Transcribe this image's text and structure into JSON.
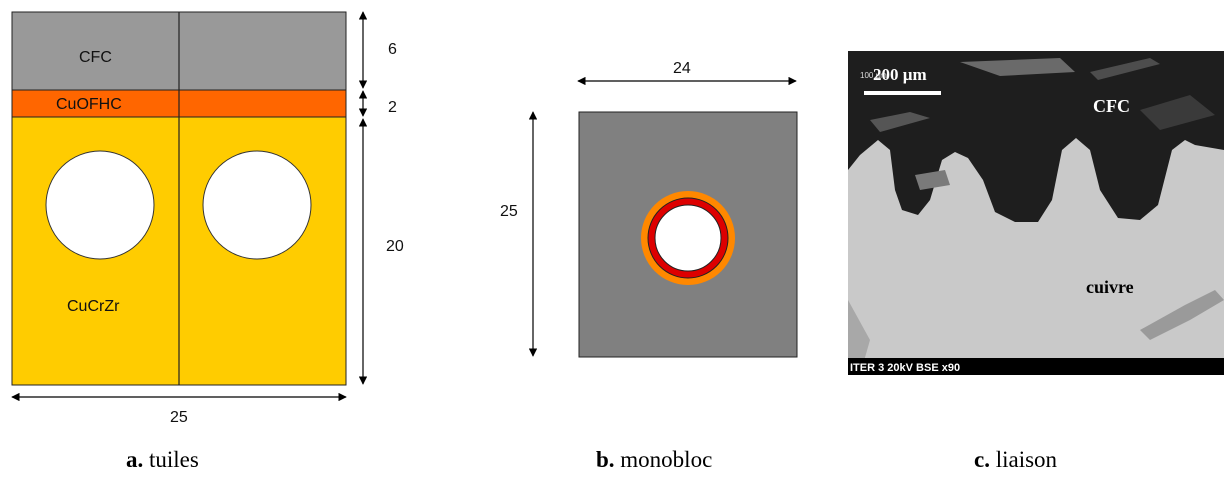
{
  "panel_a": {
    "layers": [
      {
        "name": "CFC",
        "color": "#999999"
      },
      {
        "name": "CuOFHC",
        "color": "#ff6600"
      },
      {
        "name": "CuCrZr",
        "color": "#ffcc00"
      }
    ],
    "dimensions": {
      "cfc": "6",
      "cuofhc": "2",
      "cucrzr": "20",
      "width": "25"
    },
    "caption": {
      "letter": "a.",
      "text": "tuiles"
    }
  },
  "panel_b": {
    "block_color": "#808080",
    "ring_colors": {
      "outer": "#ff8800",
      "middle": "#dd0000"
    },
    "dimensions": {
      "width": "24",
      "height": "25"
    },
    "caption": {
      "letter": "b.",
      "text": "monobloc"
    }
  },
  "panel_c": {
    "scale_bar_label": "200 µm",
    "scale_bar_overlay": "100 µm",
    "regions": {
      "top": "CFC",
      "bottom": "cuivre"
    },
    "info_bar": "ITER 3  20kV  BSE  x90",
    "caption": {
      "letter": "c.",
      "text": "liaison"
    }
  }
}
